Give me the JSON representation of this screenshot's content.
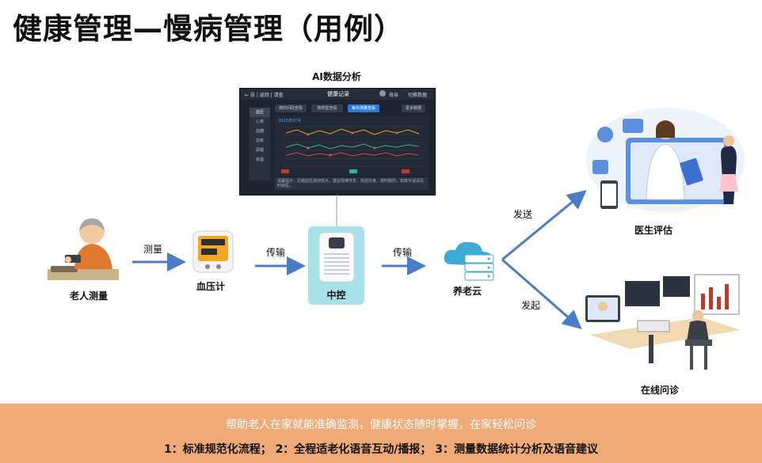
{
  "title": "健康管理—慢病管理（用例）",
  "screenshot": {
    "caption": "AI数据分析",
    "header_title": "健康记录",
    "header_back": "← 张 | 返回 | 请查",
    "header_user": "母亲",
    "header_right": "切换数据",
    "tabs": [
      "按时间段查看",
      "按类型查看",
      "每日测量查看",
      "更多数据"
    ],
    "side_items": [
      "血压",
      "心率",
      "血糖",
      "血氧",
      "尿酸",
      "体温"
    ],
    "date": "2023年07月",
    "note": "温馨提示：近期血压波动较大，建议规律作息、低盐饮食，按时服药，如有不适请及时就医。"
  },
  "nodes": {
    "elder": "老人测量",
    "meter": "血压计",
    "hub": "中控",
    "cloud": "养老云",
    "doctor": "医生评估",
    "consult": "在线问诊"
  },
  "edges": {
    "measure": "测量",
    "transmit1": "传输",
    "transmit2": "传输",
    "send": "发送",
    "initiate": "发起"
  },
  "colors": {
    "arrow": "#4a7cc7",
    "banner": "#efaa78",
    "hub_bg": "#a9e1ea"
  },
  "banner": {
    "line1": "帮助老人在家就能准确监测，健康状态随时掌握，在家轻松问诊",
    "line2": "1：标准规范化流程；   2：全程适老化语音互动/播报；   3：测量数据统计分析及语音建议"
  }
}
